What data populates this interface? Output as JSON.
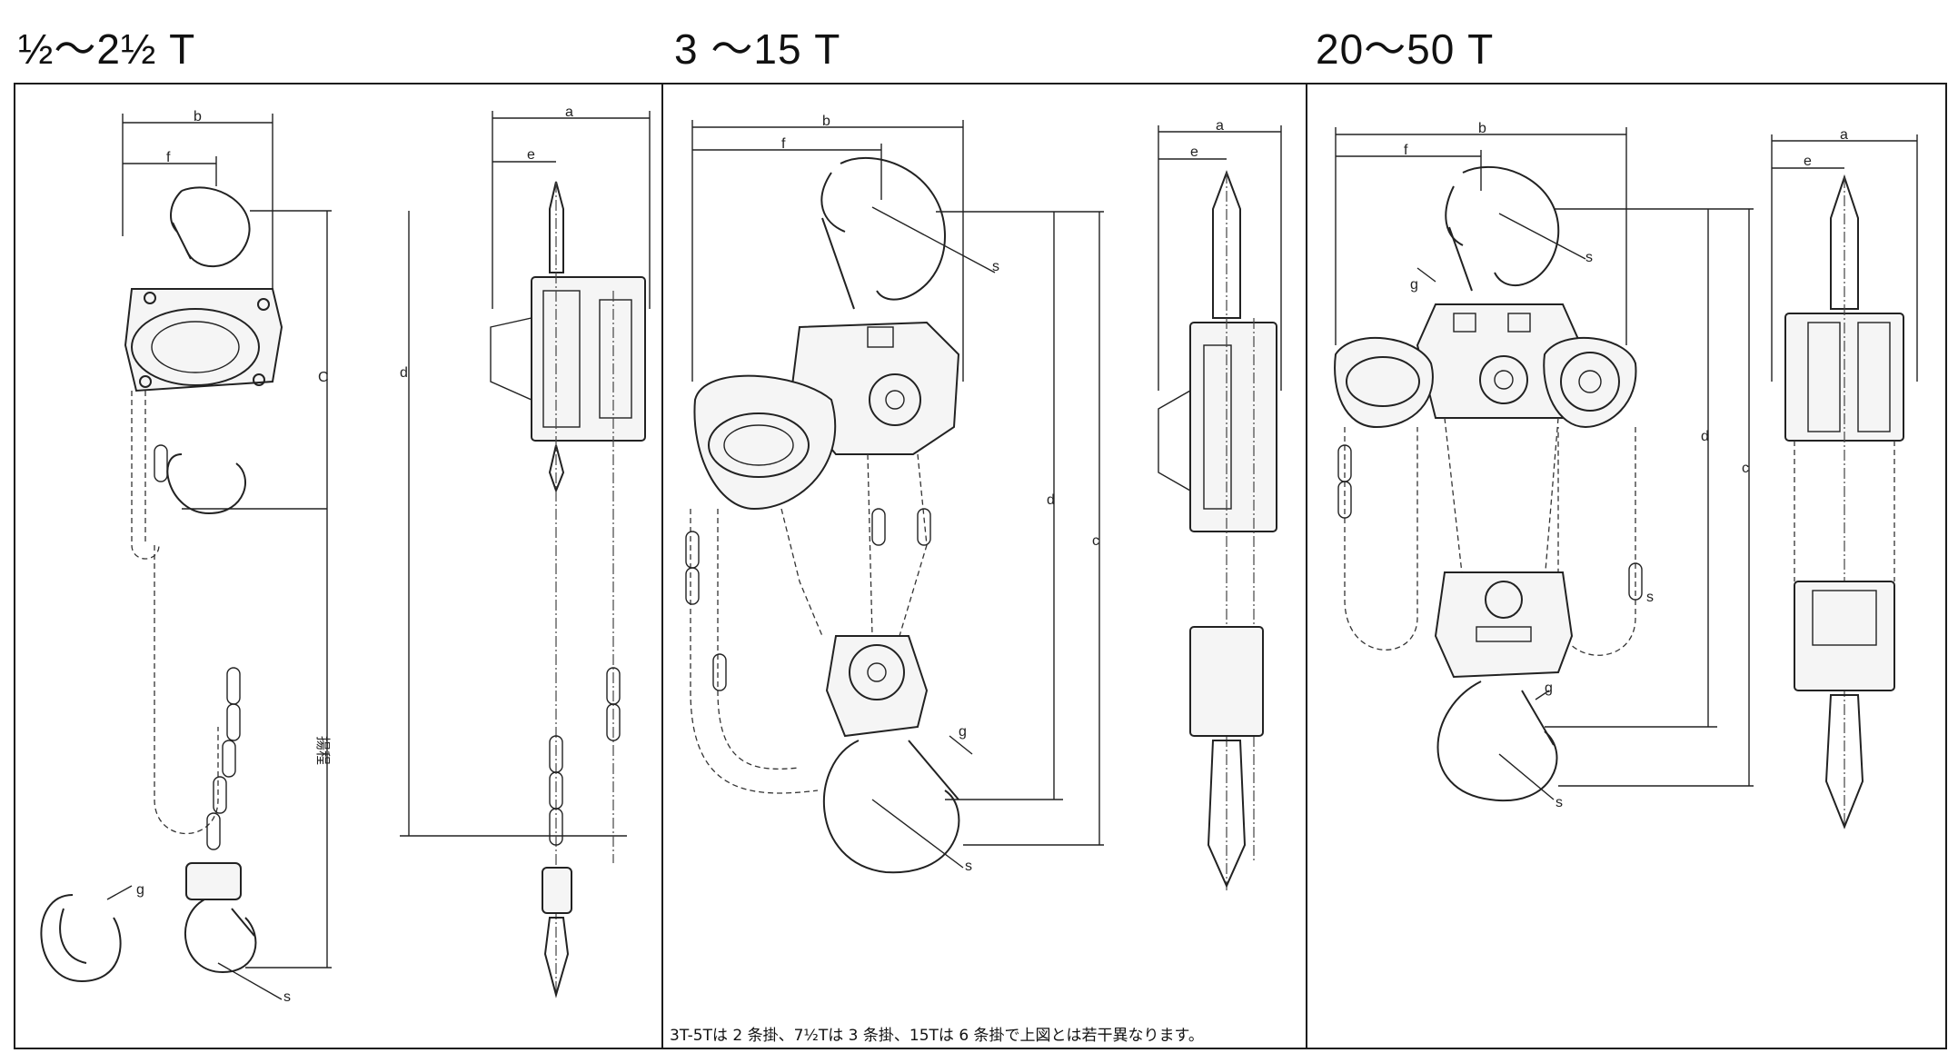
{
  "headings": [
    "½〜2½ T",
    "3 〜15 T",
    "20〜50 T"
  ],
  "dimension_labels": {
    "b": "b",
    "f": "f",
    "a": "a",
    "e": "e",
    "c": "c",
    "C": "C",
    "d": "d",
    "s": "s",
    "g": "g"
  },
  "side_label": "揚程",
  "footnote": "3T-5Tは 2 条掛、7½Tは 3 条掛、15Tは 6 条掛で上図とは若干異なります。"
}
